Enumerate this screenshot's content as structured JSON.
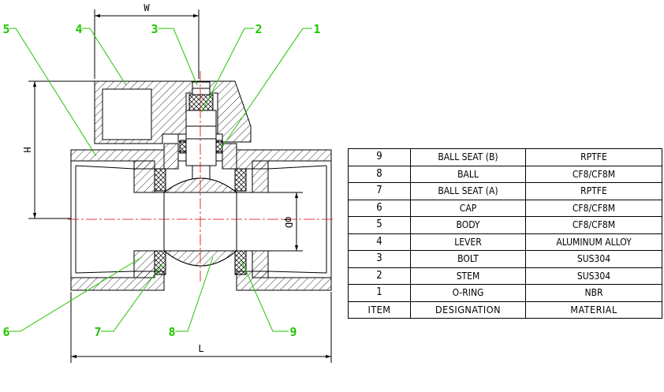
{
  "dimensions": {
    "w": "W",
    "h": "H",
    "l": "L",
    "d": "φD"
  },
  "callouts": [
    "1",
    "2",
    "3",
    "4",
    "5",
    "6",
    "7",
    "8",
    "9"
  ],
  "bom": {
    "header": {
      "item": "ITEM",
      "designation": "DESIGNATION",
      "material": "MATERIAL"
    },
    "rows": [
      {
        "item": "9",
        "designation": "BALL SEAT (B)",
        "material": "RPTFE"
      },
      {
        "item": "8",
        "designation": "BALL",
        "material": "CF8/CF8M"
      },
      {
        "item": "7",
        "designation": "BALL SEAT (A)",
        "material": "RPTFE"
      },
      {
        "item": "6",
        "designation": "CAP",
        "material": "CF8/CF8M"
      },
      {
        "item": "5",
        "designation": "BODY",
        "material": "CF8/CF8M"
      },
      {
        "item": "4",
        "designation": "LEVER",
        "material": "ALUMINUM ALLOY"
      },
      {
        "item": "3",
        "designation": "BOLT",
        "material": "SUS304"
      },
      {
        "item": "2",
        "designation": "STEM",
        "material": "SUS304"
      },
      {
        "item": "1",
        "designation": "O-RING",
        "material": "NBR"
      }
    ]
  },
  "colors": {
    "callout": "#22c600",
    "centerline": "#e00000",
    "line": "#000000"
  }
}
